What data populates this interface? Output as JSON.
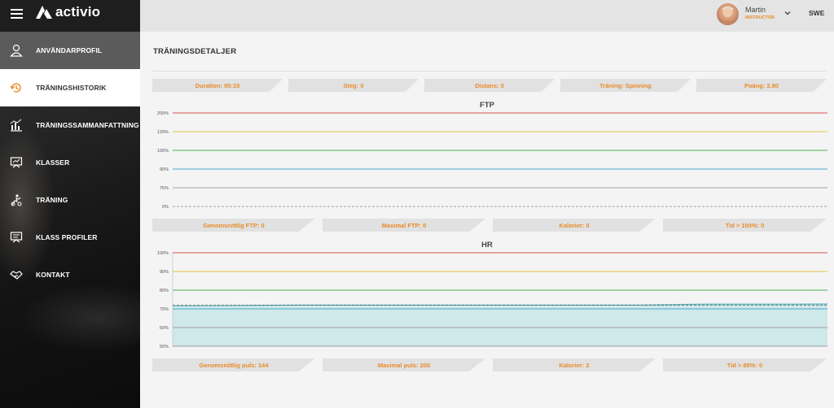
{
  "brand": {
    "name": "activio"
  },
  "sidebar": {
    "items": [
      {
        "label": "ANVÄNDARPROFIL",
        "icon": "user-icon"
      },
      {
        "label": "TRÄNINGSHISTORIK",
        "icon": "history-icon"
      },
      {
        "label": "TRÄNINGSSAMMANFATTNING",
        "icon": "bar-chart-icon"
      },
      {
        "label": "KLASSER",
        "icon": "presentation-icon"
      },
      {
        "label": "TRÄNING",
        "icon": "training-icon"
      },
      {
        "label": "KLASS PROFILER",
        "icon": "class-profile-icon"
      },
      {
        "label": "KONTAKT",
        "icon": "handshake-icon"
      }
    ]
  },
  "user": {
    "name": "Martin",
    "role": "INSTRUCTOR",
    "language": "SWE"
  },
  "page": {
    "title": "TRÄNINGSDETALJER"
  },
  "summary": [
    {
      "text": "Duration: 00:15"
    },
    {
      "text": "Steg: 0"
    },
    {
      "text": "Distans: 0"
    },
    {
      "text": "Träning: Spinning"
    },
    {
      "text": "Poäng: 2.80"
    }
  ],
  "ftp_stats": [
    {
      "text": "Genomsnittlig FTP: 0"
    },
    {
      "text": "Maximal FTP: 0"
    },
    {
      "text": "Kalorier: 0"
    },
    {
      "text": "Tid > 100%: 0"
    }
  ],
  "hr_stats": [
    {
      "text": "Genomsnittlig puls: 144"
    },
    {
      "text": "Maximal puls: 200"
    },
    {
      "text": "Kalorier: 2"
    },
    {
      "text": "Tid > 85%: 0"
    }
  ],
  "colors": {
    "accent": "#e98b2a",
    "zone_red": "#d9534f",
    "zone_yellow": "#e8c547",
    "zone_green": "#4caf50",
    "zone_blue": "#4aa3c8",
    "zone_gray": "#9e9e9e",
    "hr_fill": "#cfe8ea",
    "hr_line": "#5ab7bf"
  },
  "chart_data": [
    {
      "type": "line",
      "title": "FTP",
      "y_ticks": [
        "200%",
        "120%",
        "105%",
        "90%",
        "75%",
        "0%"
      ],
      "thresholds": [
        {
          "tick": "200%",
          "color": "#d9534f",
          "style": "solid"
        },
        {
          "tick": "120%",
          "color": "#e8c547",
          "style": "solid"
        },
        {
          "tick": "105%",
          "color": "#4caf50",
          "style": "solid"
        },
        {
          "tick": "90%",
          "color": "#4aa3c8",
          "style": "solid"
        },
        {
          "tick": "75%",
          "color": "#9e9e9e",
          "style": "solid"
        },
        {
          "tick": "0%",
          "color": "#9e9e9e",
          "style": "dashed"
        }
      ],
      "series": []
    },
    {
      "type": "area",
      "title": "HR",
      "y_ticks": [
        "100%",
        "90%",
        "80%",
        "70%",
        "60%",
        "50%"
      ],
      "ylim": [
        50,
        100
      ],
      "thresholds": [
        {
          "tick": "100%",
          "color": "#d9534f",
          "style": "solid"
        },
        {
          "tick": "90%",
          "color": "#e8c547",
          "style": "solid"
        },
        {
          "tick": "80%",
          "color": "#4caf50",
          "style": "solid"
        },
        {
          "tick": "70%",
          "color": "#4aa3c8",
          "style": "solid"
        },
        {
          "tick": "60%",
          "color": "#9e9e9e",
          "style": "solid"
        },
        {
          "tick": "50%",
          "color": "#9e9e9e",
          "style": "solid"
        }
      ],
      "series": [
        {
          "values": [
            71.6,
            71.7,
            71.8,
            71.9,
            72.0,
            72.0,
            72.0,
            72.0,
            72.0,
            72.0,
            72.0,
            72.0,
            72.0,
            72.0,
            72.0,
            72.0,
            72.3,
            72.5,
            72.5,
            72.5,
            72.5,
            72.6
          ]
        }
      ],
      "average_line": 71.9
    }
  ]
}
